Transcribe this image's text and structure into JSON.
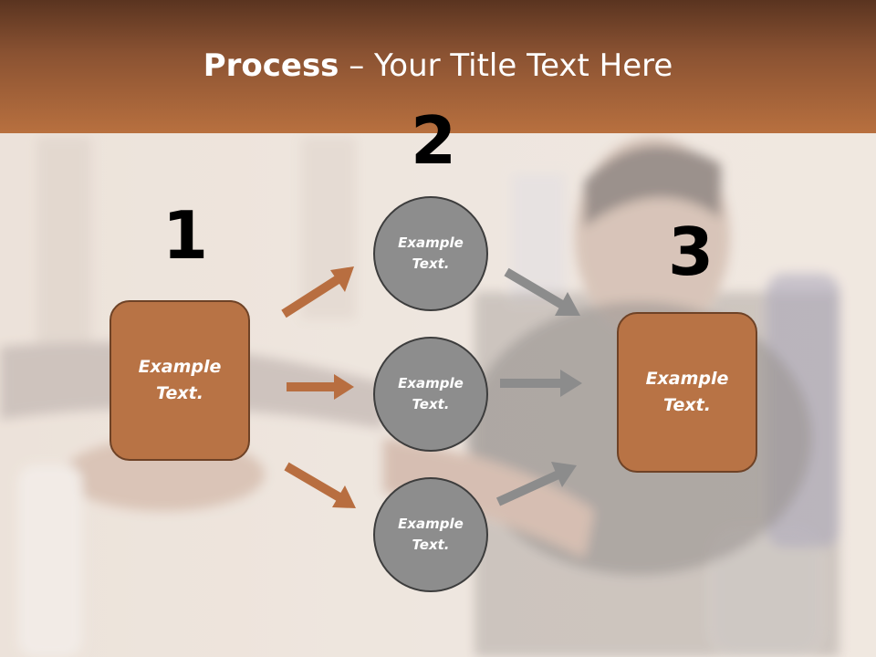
{
  "title": {
    "bold": "Process",
    "rest": " – Your Title Text Here"
  },
  "numbers": [
    "1",
    "2",
    "3"
  ],
  "boxes": [
    {
      "line1": "Example",
      "line2": "Text."
    },
    {
      "line1": "Example",
      "line2": "Text."
    }
  ],
  "circles": [
    {
      "line1": "Example",
      "line2": "Text."
    },
    {
      "line1": "Example",
      "line2": "Text."
    },
    {
      "line1": "Example",
      "line2": "Text."
    }
  ],
  "colors": {
    "header": "#8a5232",
    "box": "#b87345",
    "circle": "#8d8d8d",
    "arrow_left": "#b86e40",
    "arrow_right": "#8c8c8c"
  }
}
